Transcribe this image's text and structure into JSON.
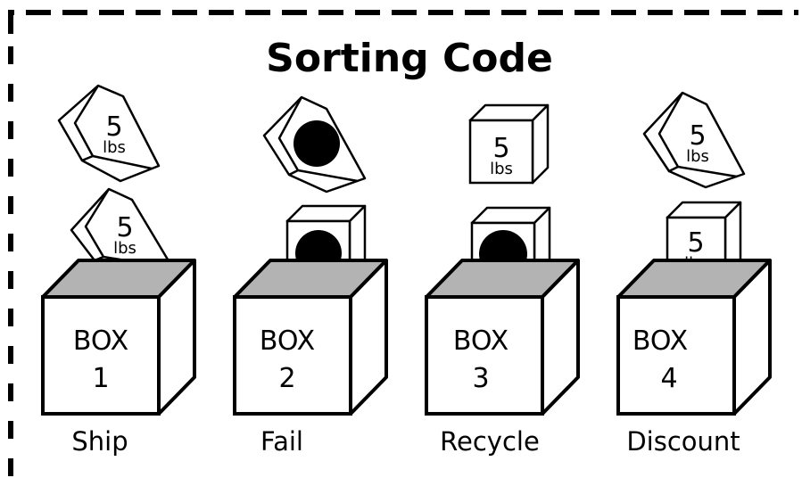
{
  "title": "Sorting Code",
  "weight_number": "5",
  "weight_unit": "lbs",
  "box_word": "BOX",
  "columns": [
    {
      "box_number": "1",
      "label": "Ship",
      "top_item": "slanted-5lbs",
      "bottom_item": "slanted-5lbs"
    },
    {
      "box_number": "2",
      "label": "Fail",
      "top_item": "slanted-dot",
      "bottom_item": "cube-dot"
    },
    {
      "box_number": "3",
      "label": "Recycle",
      "top_item": "cube-5lbs",
      "bottom_item": "cube-dot"
    },
    {
      "box_number": "4",
      "label": "Discount",
      "top_item": "slanted-5lbs",
      "bottom_item": "cube-5lbs"
    }
  ],
  "colors": {
    "ink": "#000000",
    "box_top": "#b3b3b3",
    "background": "#ffffff"
  }
}
